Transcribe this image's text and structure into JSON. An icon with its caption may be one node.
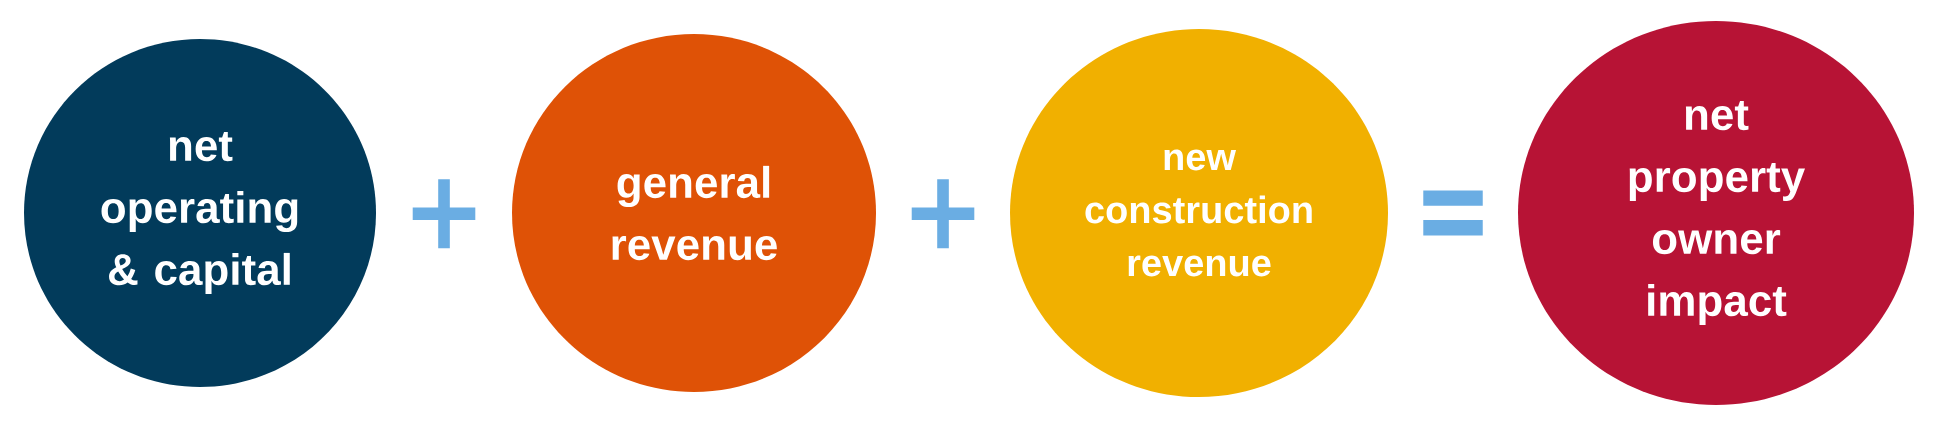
{
  "diagram": {
    "nodes": [
      {
        "text": [
          "net operating & capital"
        ]
      },
      {
        "text": [
          "general revenue"
        ]
      },
      {
        "text": [
          "new construction revenue"
        ]
      },
      {
        "text": [
          "net property owner impact"
        ]
      }
    ],
    "labels": [
      "+",
      "+",
      "="
    ]
  }
}
